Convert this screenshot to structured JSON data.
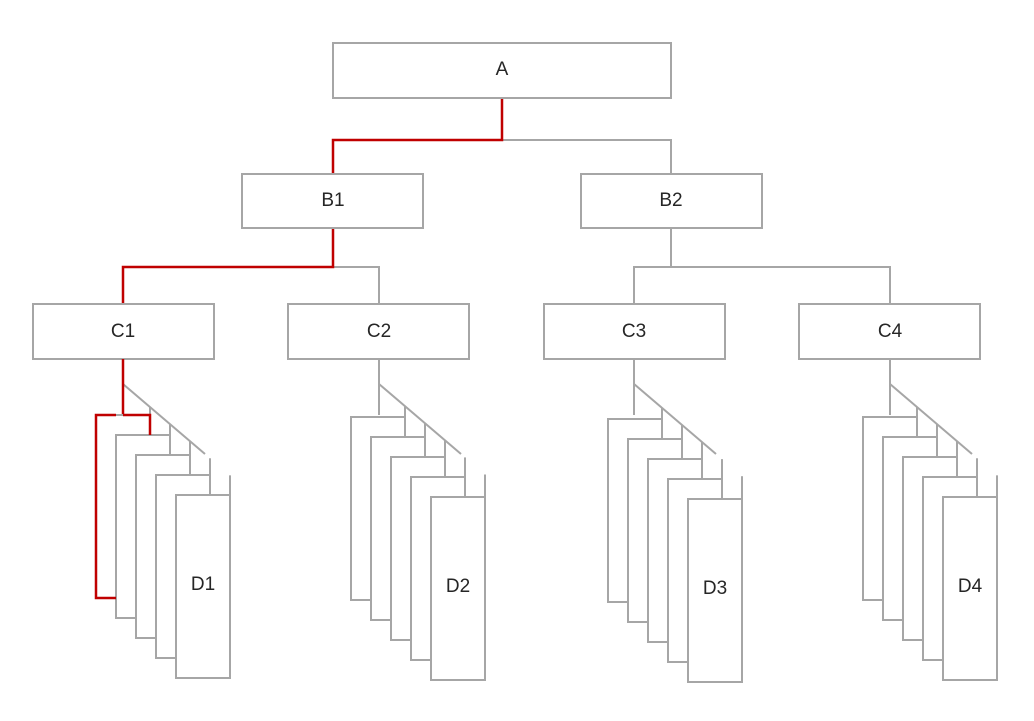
{
  "colors": {
    "line": "#a6a6a6",
    "highlight": "#c00000",
    "text": "#262626"
  },
  "nodes": {
    "a": {
      "label": "A"
    },
    "b1": {
      "label": "B1"
    },
    "b2": {
      "label": "B2"
    },
    "c1": {
      "label": "C1"
    },
    "c2": {
      "label": "C2"
    },
    "c3": {
      "label": "C3"
    },
    "c4": {
      "label": "C4"
    }
  },
  "stacks": [
    {
      "parent": "c1",
      "label": "D1",
      "highlight": true
    },
    {
      "parent": "c2",
      "label": "D2",
      "highlight": false
    },
    {
      "parent": "c3",
      "label": "D3",
      "highlight": false
    },
    {
      "parent": "c4",
      "label": "D4",
      "highlight": false
    }
  ],
  "highlight_path": [
    "a",
    "b1",
    "c1",
    "d1"
  ]
}
